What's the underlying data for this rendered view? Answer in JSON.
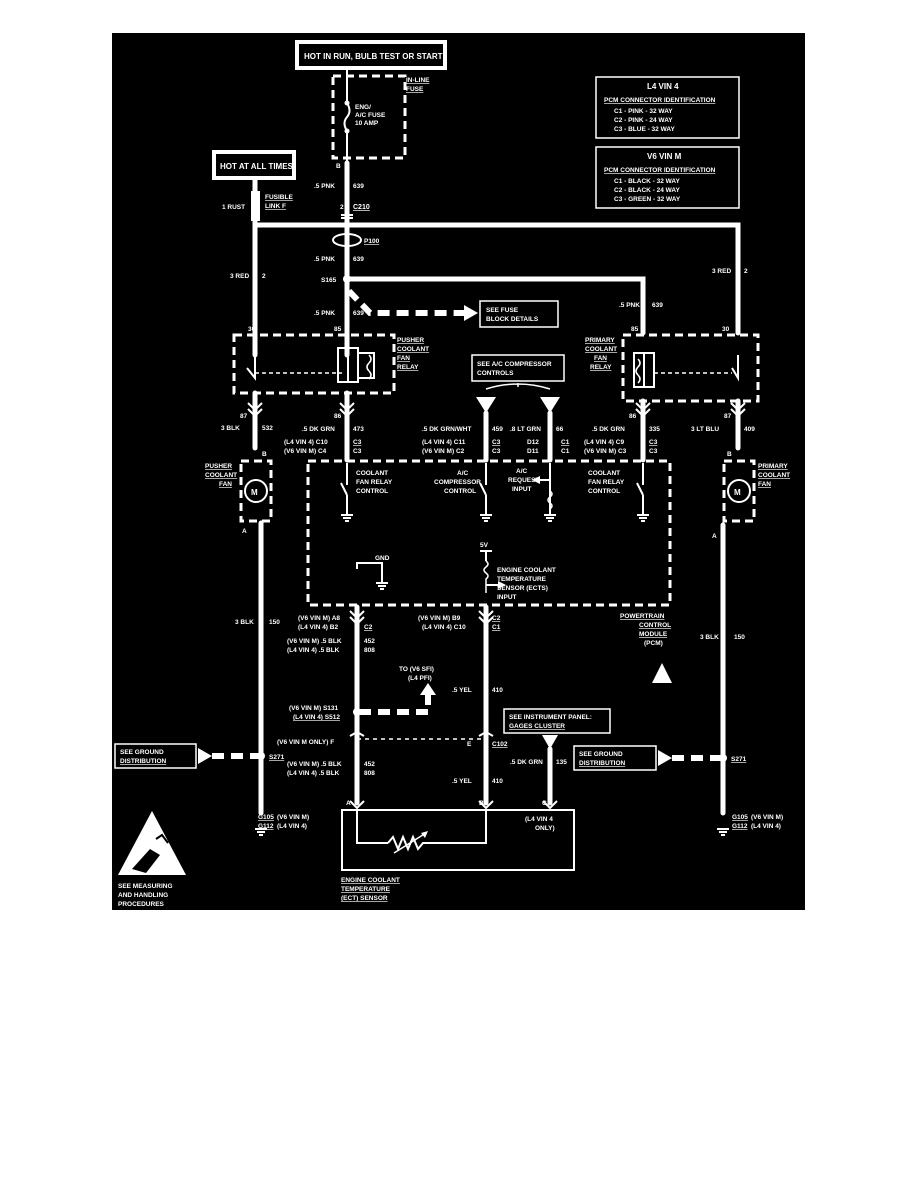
{
  "sources": {
    "hot_run": "HOT IN RUN, BULB TEST OR START",
    "hot_all": "HOT AT ALL TIMES"
  },
  "fuse": {
    "inline_label": [
      "IN-LINE",
      "FUSE"
    ],
    "name": [
      "ENG/",
      "A/C FUSE",
      "10 AMP"
    ],
    "terminal": "B"
  },
  "fusible_link": {
    "label": [
      "FUSIBLE",
      "LINK F"
    ],
    "wire": "1 RUST"
  },
  "pcm_tables": [
    {
      "title": "L4 VIN 4",
      "subtitle": "PCM CONNECTOR IDENTIFICATION",
      "rows": [
        "C1  -  PINK    - 32 WAY",
        "C2  -  PINK    - 24 WAY",
        "C3  -  BLUE    - 32 WAY"
      ]
    },
    {
      "title": "V6 VIN M",
      "subtitle": "PCM CONNECTOR IDENTIFICATION",
      "rows": [
        "C1  -  BLACK   - 32 WAY",
        "C2  -  BLACK   - 24 WAY",
        "C3  -  GREEN   - 32 WAY"
      ]
    }
  ],
  "wires": {
    "pnk_639_a": ".5 PNK",
    "circ_639": "639",
    "c210_pin": "2",
    "c210": "C210",
    "p100": "P100",
    "s165": "S165",
    "red_3": "3 RED",
    "circ_2": "2",
    "blk_3": "3 BLK",
    "circ_532": "532",
    "dkgrn_5": ".5 DK GRN",
    "circ_473": "473",
    "dkgrnwht": ".5 DK GRN/WHT",
    "circ_459": "459",
    "ltgrn": ".8 LT GRN",
    "circ_66": "66",
    "dkgrn_335": ".5 DK GRN",
    "circ_335": "335",
    "ltblu": "3 LT BLU",
    "circ_409": "409",
    "blk_150": "3 BLK",
    "circ_150": "150",
    "blk_452": ".5 BLK",
    "circ_452": "452",
    "circ_808": "808",
    "yel": ".5 YEL",
    "circ_410": "410",
    "dkgrn_135": ".5 DK GRN",
    "circ_135": "135"
  },
  "callouts": {
    "fuse_block": [
      "SEE FUSE",
      "BLOCK DETAILS"
    ],
    "ac_comp": [
      "SEE A/C COMPRESSOR",
      "CONTROLS"
    ],
    "instrument": [
      "SEE INSTRUMENT PANEL:",
      "GAGES CLUSTER"
    ],
    "ground_left": [
      "SEE GROUND",
      "DISTRIBUTION"
    ],
    "ground_right": [
      "SEE GROUND",
      "DISTRIBUTION"
    ],
    "esd": [
      "SEE MEASURING",
      "AND HANDLING",
      "PROCEDURES"
    ],
    "to_sfi": [
      "TO (V6 SFI)",
      "(L4 PFI)"
    ]
  },
  "relays": {
    "pusher": [
      "PUSHER",
      "COOLANT",
      "FAN",
      "RELAY"
    ],
    "primary": [
      "PRIMARY",
      "COOLANT",
      "FAN",
      "RELAY"
    ],
    "pins": {
      "p30": "30",
      "p85": "85",
      "p86": "86",
      "p87": "87"
    }
  },
  "fans": {
    "pusher": [
      "PUSHER",
      "COOLANT",
      "FAN"
    ],
    "primary": [
      "PRIMARY",
      "COOLANT",
      "FAN"
    ],
    "motor": "M",
    "pin_b": "B",
    "pin_a": "A"
  },
  "pcm": {
    "label": [
      "POWERTRAIN",
      "CONTROL",
      "MODULE",
      "(PCM)"
    ],
    "coolant_relay": [
      "COOLANT",
      "FAN RELAY",
      "CONTROL"
    ],
    "ac_control": [
      "A/C",
      "COMPRESSOR",
      "CONTROL"
    ],
    "ac_request": [
      "A/C",
      "REQUEST",
      "INPUT"
    ],
    "fan_relay": [
      "COOLANT",
      "FAN RELAY",
      "CONTROL"
    ],
    "gnd": "GND",
    "vref": "5V",
    "ects": [
      "ENGINE COOLANT",
      "TEMPERATURE",
      "SENSOR (ECTS)",
      "INPUT"
    ]
  },
  "pins": {
    "c10_c3": "(L4 VIN 4) C10",
    "c4_c3": "(V6 VIN M) C4",
    "c3": "C3",
    "c11_c3": "(L4 VIN 4) C11",
    "c2_c3": "(V6 VIN M) C2",
    "d12": "D12",
    "d11": "D11",
    "c1": "C1",
    "c9_c3": "(L4 VIN 4) C9",
    "c3_c3": "(V6 VIN M) C3",
    "a8": "(V6 VIN M) A8",
    "b2": "(L4 VIN 4) B2",
    "c2": "C2",
    "b9": "(V6 VIN M) B9",
    "c10_c1": "(L4 VIN 4) C10",
    "v6_blk": "(V6 VIN M) .5 BLK",
    "l4_blk": "(L4 VIN 4) .5 BLK",
    "v6_s131": "(V6 VIN M) S131",
    "l4_s512": "(L4 VIN 4) S512",
    "v6_only": "(V6 VIN M ONLY) F",
    "e": "E",
    "c102": "C102",
    "s271": "S271",
    "g105": "G105",
    "v6m": "(V6 VIN M)",
    "g112": "G112",
    "l4_4": "(L4 VIN 4)",
    "a": "A",
    "b": "B",
    "cc": "C",
    "l4_only": [
      "(L4 VIN 4",
      "ONLY)"
    ]
  },
  "sensor": [
    "ENGINE COOLANT",
    "TEMPERATURE",
    "(ECT) SENSOR"
  ]
}
